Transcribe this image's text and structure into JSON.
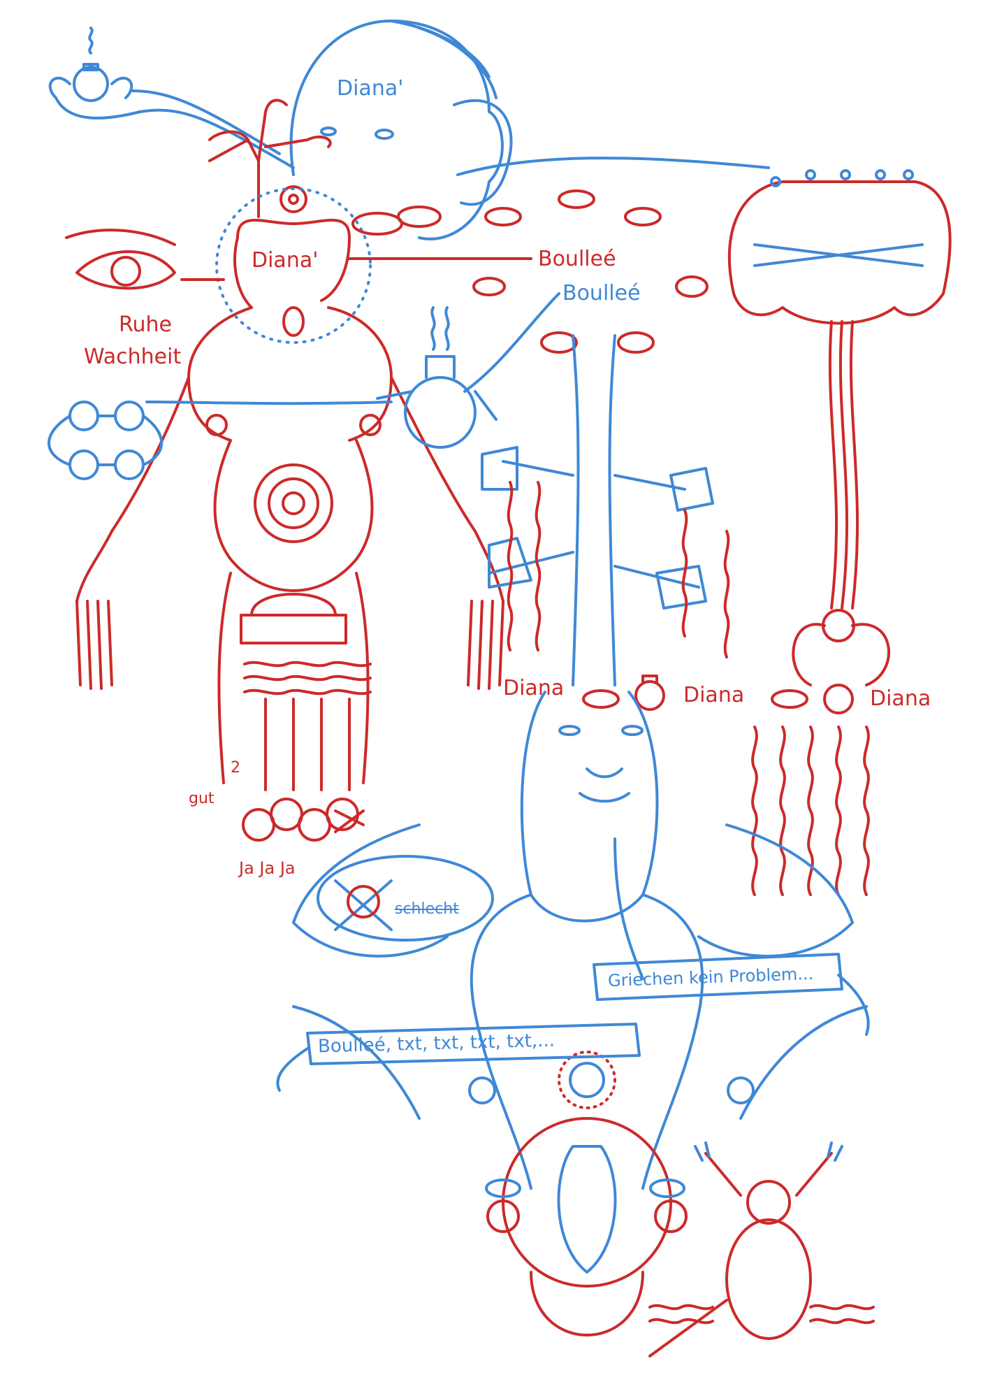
{
  "labels": {
    "diana_prime_top": "Diana'",
    "diana_prime_red": "Diana'",
    "boullee_red": "Boulleé",
    "boullee_blue": "Boulleé",
    "ruhe": "Ruhe",
    "wachheit": "Wachheit",
    "diana_1": "Diana",
    "diana_2": "Diana",
    "diana_3": "Diana",
    "two": "2",
    "gut": "gut",
    "ja_ja_ja": "Ja Ja Ja",
    "schlecht": "schlecht",
    "griechen_banner": "Griechen kein Problem...",
    "boullee_banner": "Boulleé, txt, txt, txt, txt,..."
  },
  "colors": {
    "red": "#cc2a2a",
    "blue": "#3f88d6",
    "background": "#ffffff"
  }
}
